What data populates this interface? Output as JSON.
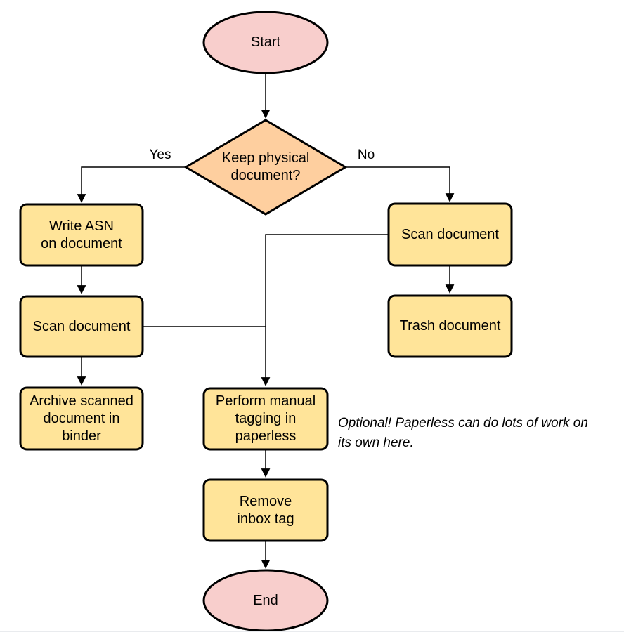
{
  "colors": {
    "terminal_fill": "#f8cecc",
    "decision_fill": "#fecf9f",
    "process_fill": "#ffe499",
    "stroke": "#000000"
  },
  "flowchart": {
    "nodes": {
      "start": {
        "label": "Start"
      },
      "decision": {
        "label": "Keep physical\ndocument?"
      },
      "write_asn": {
        "label": "Write ASN\non document"
      },
      "scan_left": {
        "label": "Scan document"
      },
      "archive": {
        "label": "Archive scanned\ndocument in\nbinder"
      },
      "scan_right": {
        "label": "Scan document"
      },
      "trash": {
        "label": "Trash document"
      },
      "tagging": {
        "label": "Perform manual\ntagging in\npaperless"
      },
      "remove_inbox": {
        "label": "Remove\ninbox tag"
      },
      "end": {
        "label": "End"
      }
    },
    "edge_labels": {
      "yes": "Yes",
      "no": "No"
    },
    "note": "Optional! Paperless can do lots of work on\nits own here."
  }
}
